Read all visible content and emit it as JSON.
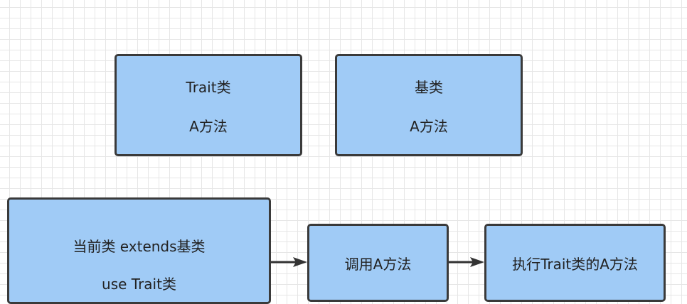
{
  "boxes": {
    "trait": {
      "title": "Trait类",
      "method": "A方法"
    },
    "base": {
      "title": "基类",
      "method": "A方法"
    },
    "current": {
      "line1": "当前类 extends基类",
      "line2": "use Trait类"
    },
    "call": {
      "label": "调用A方法"
    },
    "exec": {
      "label": "执行Trait类的A方法"
    }
  },
  "colors": {
    "box_fill": "#a0cbf6",
    "box_border": "#3a3a3a",
    "arrow": "#333333",
    "grid": "#e6e6e6"
  }
}
